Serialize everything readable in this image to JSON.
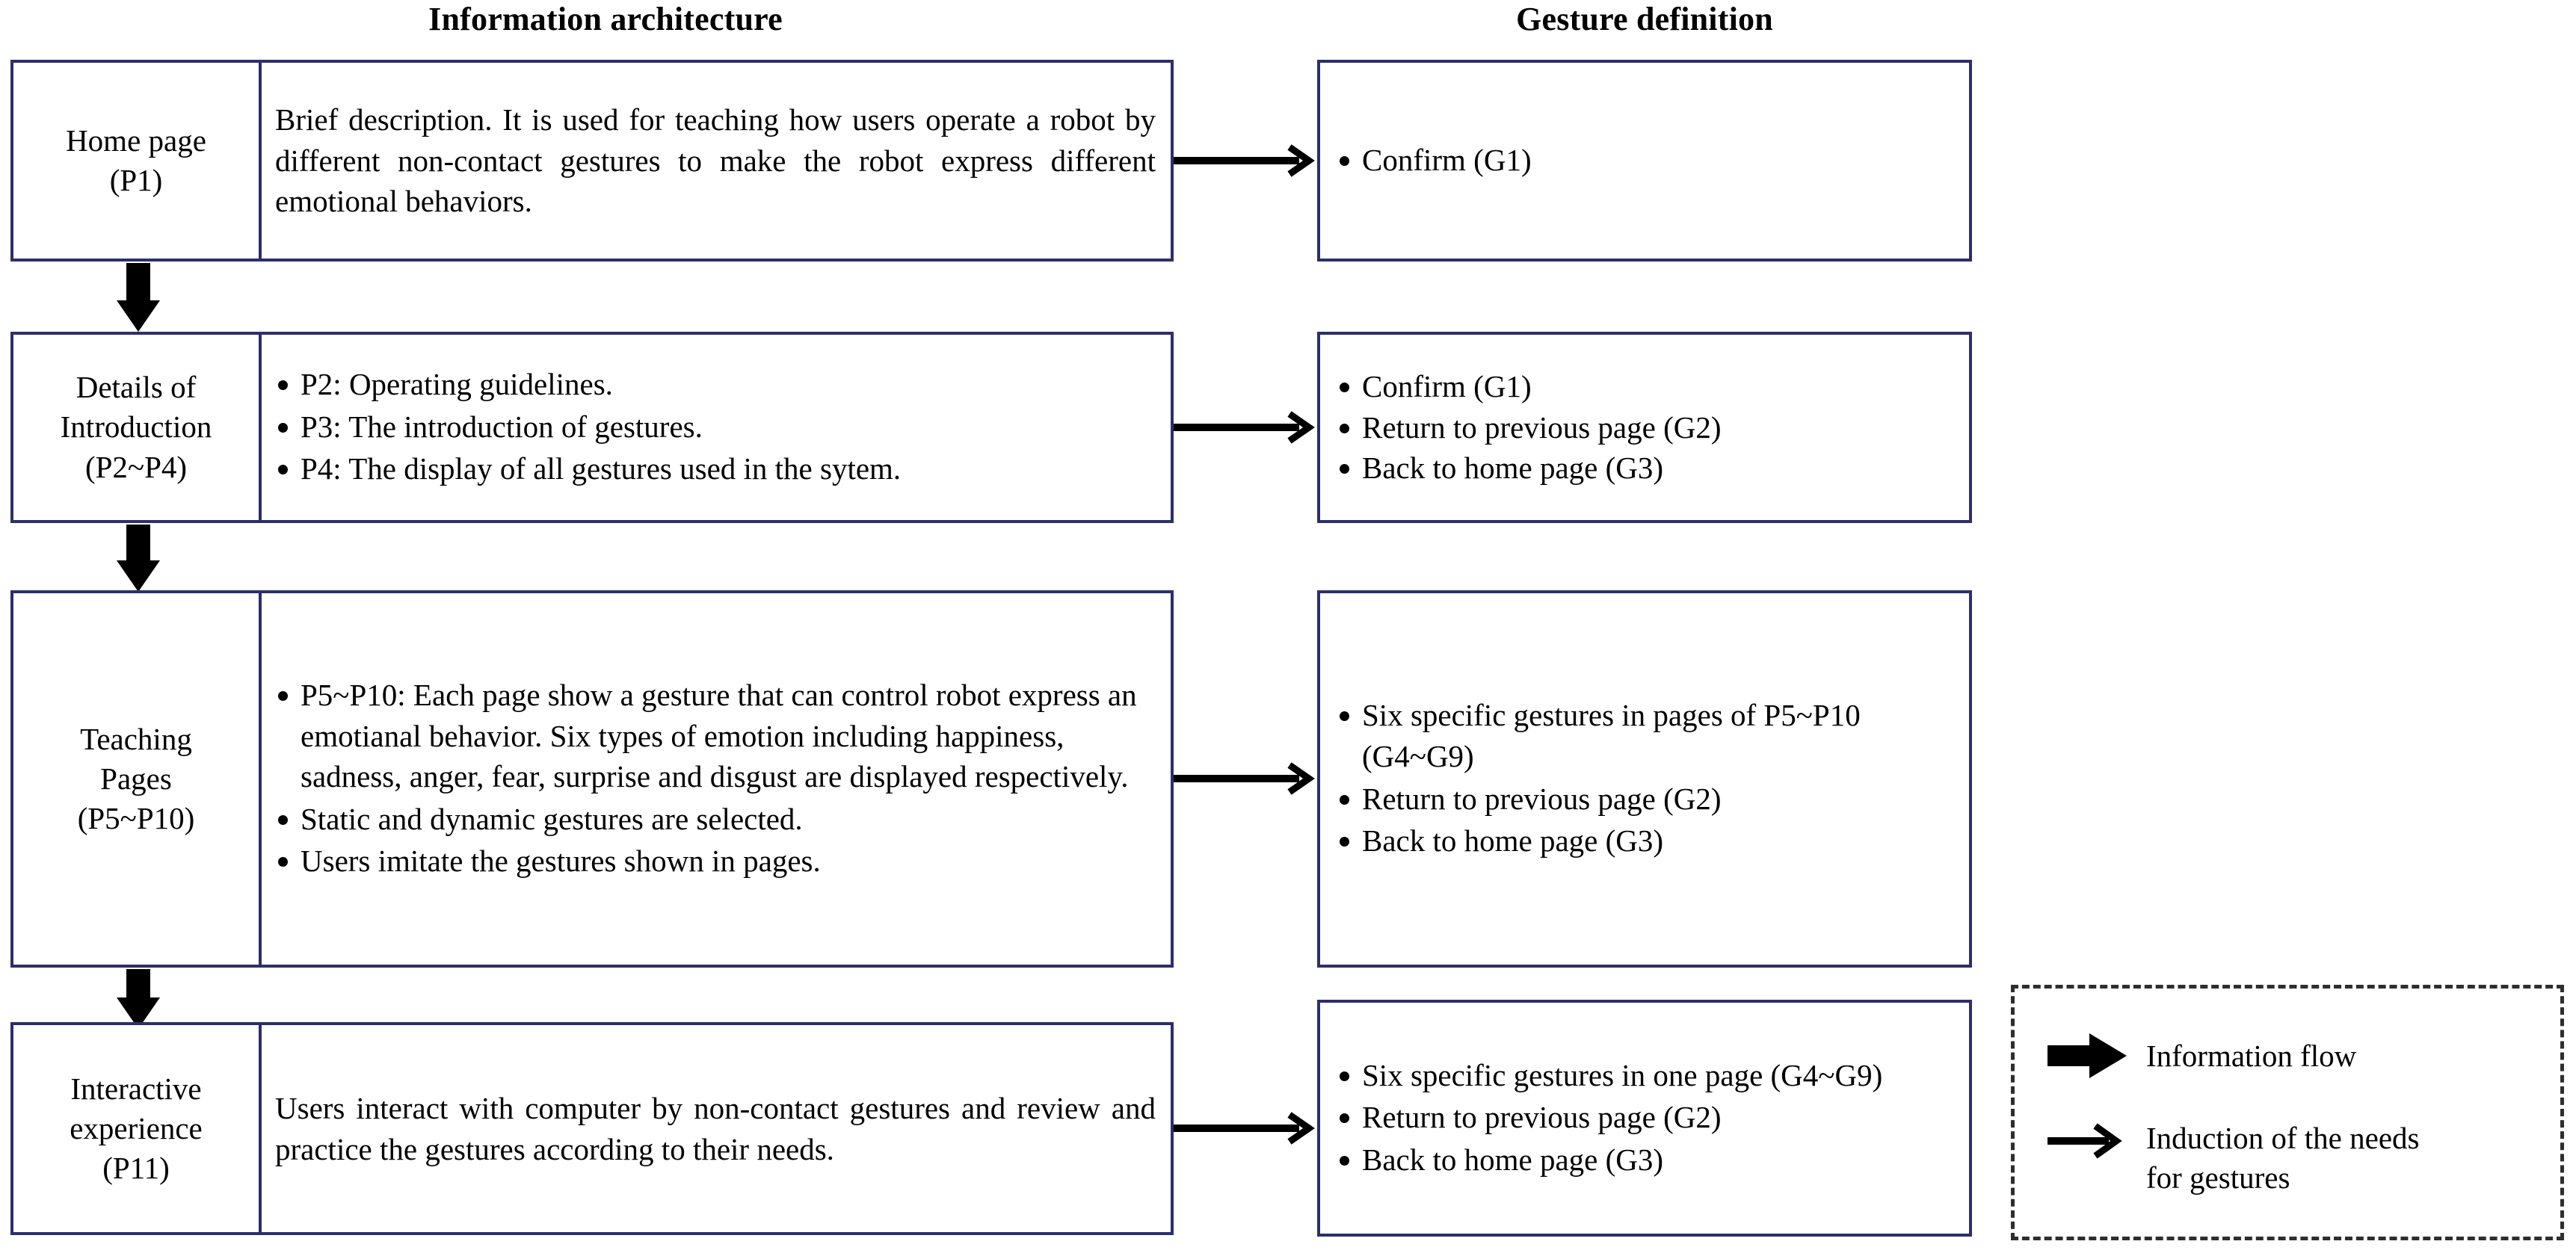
{
  "headers": {
    "information_architecture": "Information architecture",
    "gesture_definition": "Gesture definition"
  },
  "colors": {
    "box_border": "#2b2f6b",
    "arrow": "#000000",
    "legend_border": "#2e2e2e",
    "background": "#ffffff"
  },
  "rows": [
    {
      "id": "p1",
      "title_line1": "Home page",
      "title_line2": "(P1)",
      "body_type": "paragraph",
      "body_paragraph": "Brief description. It is used for teaching  how users operate a robot by different non-contact gestures to make the robot express different emotional behaviors.",
      "gestures": [
        "Confirm (G1)"
      ]
    },
    {
      "id": "p2p4",
      "title_line1": "Details of",
      "title_line2": "Introduction",
      "title_line3": "(P2~P4)",
      "body_type": "bullets",
      "body_bullets": [
        "P2: Operating guidelines.",
        "P3: The introduction of gestures.",
        "P4: The display of all gestures used in the sytem."
      ],
      "gestures": [
        "Confirm (G1)",
        "Return to previous page (G2)",
        "Back to home page (G3)"
      ]
    },
    {
      "id": "p5p10",
      "title_line1": "Teaching",
      "title_line2": "Pages",
      "title_line3": "(P5~P10)",
      "body_type": "bullets",
      "body_bullets": [
        "P5~P10: Each page show a gesture that can control robot express an emotianal behavior. Six types of emotion including happiness, sadness, anger, fear, surprise and disgust are displayed respectively.",
        "Static and dynamic gestures are selected.",
        "Users imitate the gestures shown in pages."
      ],
      "gestures": [
        "Six specific gestures in pages of P5~P10 (G4~G9)",
        "Return to previous page (G2)",
        "Back to home page (G3)"
      ]
    },
    {
      "id": "p11",
      "title_line1": "Interactive",
      "title_line2": "experience",
      "title_line3": "(P11)",
      "body_type": "paragraph",
      "body_paragraph": "Users interact with computer by non-contact gestures and review and practice the gestures according to their needs.",
      "gestures": [
        "Six specific gestures in one page (G4~G9)",
        "Return to previous page (G2)",
        "Back to home page (G3)"
      ]
    }
  ],
  "legend": {
    "items": [
      {
        "icon": "solid-block-arrow-right-icon",
        "label": "Information flow"
      },
      {
        "icon": "open-line-arrow-right-icon",
        "label": "Induction of the needs\nfor gestures"
      }
    ]
  }
}
